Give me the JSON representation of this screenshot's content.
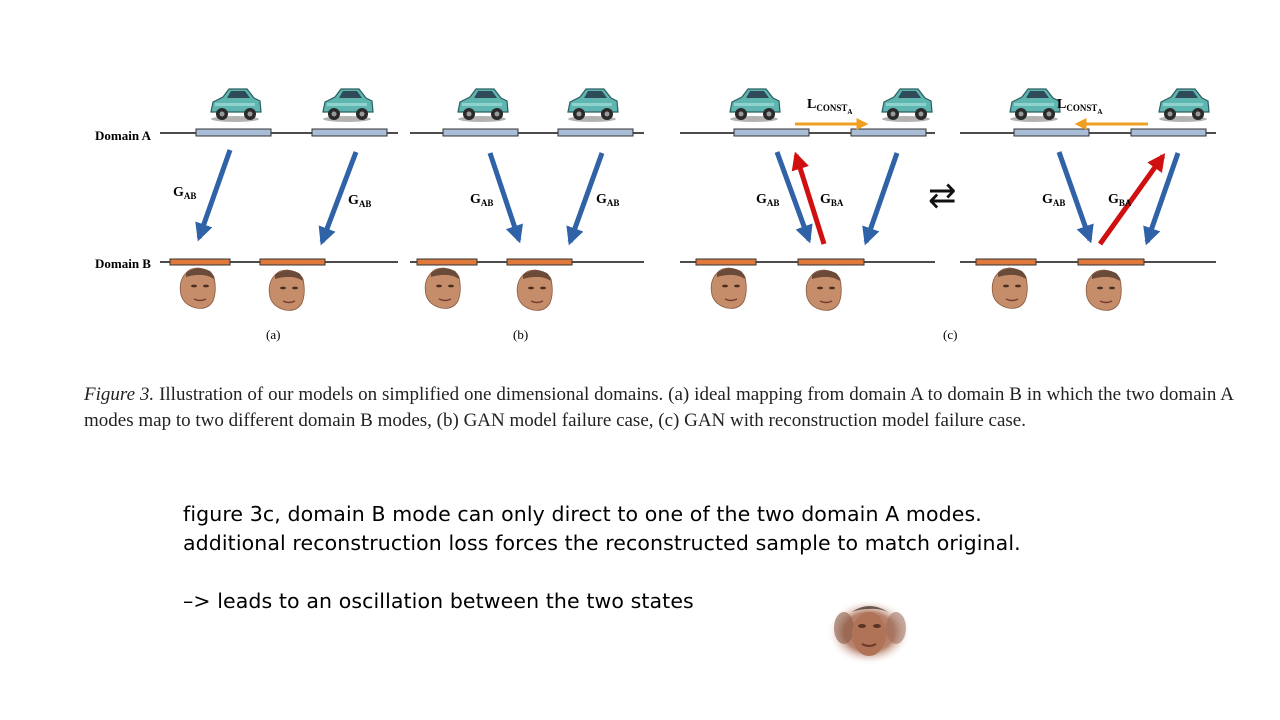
{
  "figure": {
    "domain_a_label": "Domain A",
    "domain_b_label": "Domain B",
    "g_ab": "G",
    "g_ab_sub": "AB",
    "g_ba": "G",
    "g_ba_sub": "BA",
    "l_const": "L",
    "l_const_sub": "CONST",
    "l_const_subsub": "A",
    "panel_a": "(a)",
    "panel_b": "(b)",
    "panel_c": "(c)",
    "switch_symbol": "⇄",
    "colors": {
      "domain_a_bar": "#a9bdd6",
      "domain_b_bar": "#e07a3c",
      "gab_arrow": "#2f62a6",
      "gba_arrow": "#d01010",
      "lconst_arrow": "#f0a020"
    },
    "icons": {
      "car": "suv-car-icon",
      "face": "face-icon"
    }
  },
  "caption": {
    "label": "Figure 3.",
    "text": " Illustration of our models on simplified one dimensional domains. (a) ideal mapping from domain A to domain B in which the two domain A modes map to two different domain B modes, (b) GAN model failure case, (c) GAN with reconstruction model failure case."
  },
  "notes": {
    "line1": "figure 3c, domain B mode can only direct to one of the two domain A modes.",
    "line2": "additional reconstruction loss forces the reconstructed sample to match original.",
    "line3": "–> leads to an oscillation between the two states"
  }
}
